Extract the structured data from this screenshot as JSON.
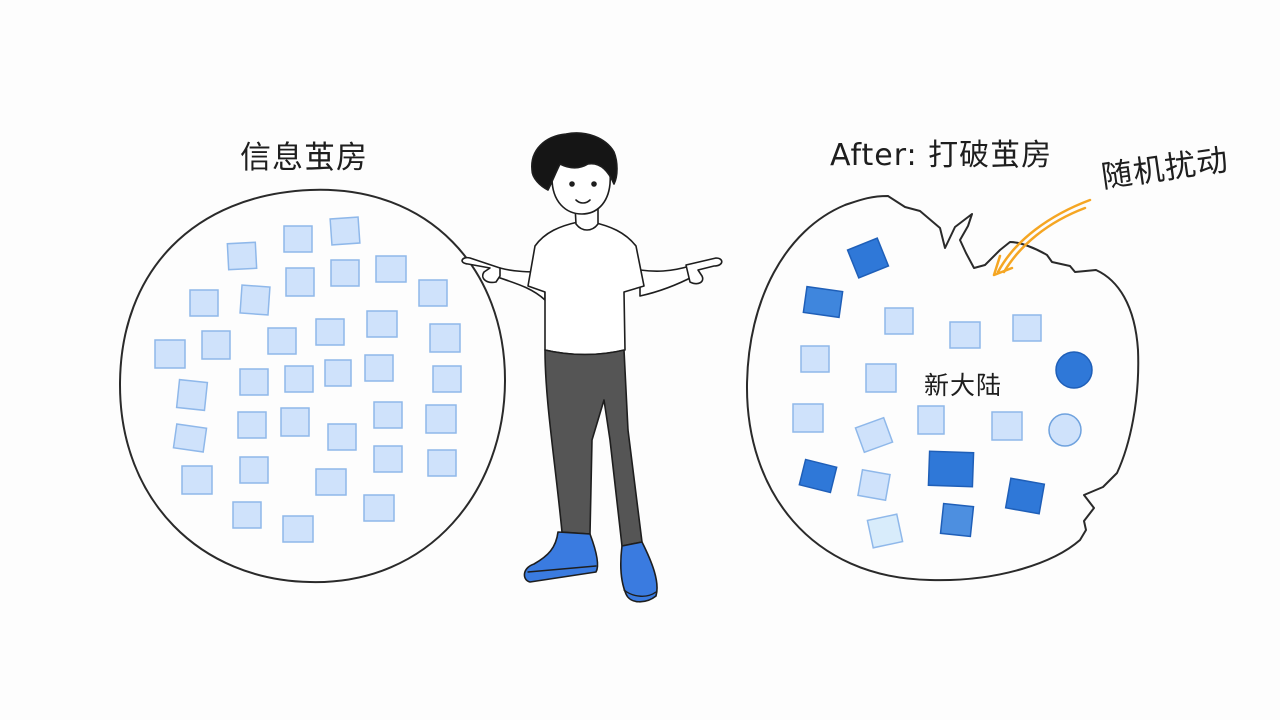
{
  "left_bubble": {
    "title": "信息茧房"
  },
  "right_bubble": {
    "title": "After: 打破茧房",
    "center_label": "新大陆"
  },
  "annotation": {
    "text": "随机扰动",
    "color": "#f5a623"
  },
  "colors": {
    "outline": "#2a2a2a",
    "light_square_fill": "#cfe2fb",
    "light_square_stroke": "#8fb8ea",
    "medium_square_fill": "#4d8fe0",
    "dark_square_fill": "#2f78d8",
    "dark_square_stroke": "#1f5fb8",
    "shirt": "#ffffff",
    "pants": "#555555",
    "shoes": "#3a7be0",
    "hair": "#151515"
  },
  "icons": {
    "person": "pointing-person-illustration",
    "arrow": "curved-arrow-icon"
  }
}
